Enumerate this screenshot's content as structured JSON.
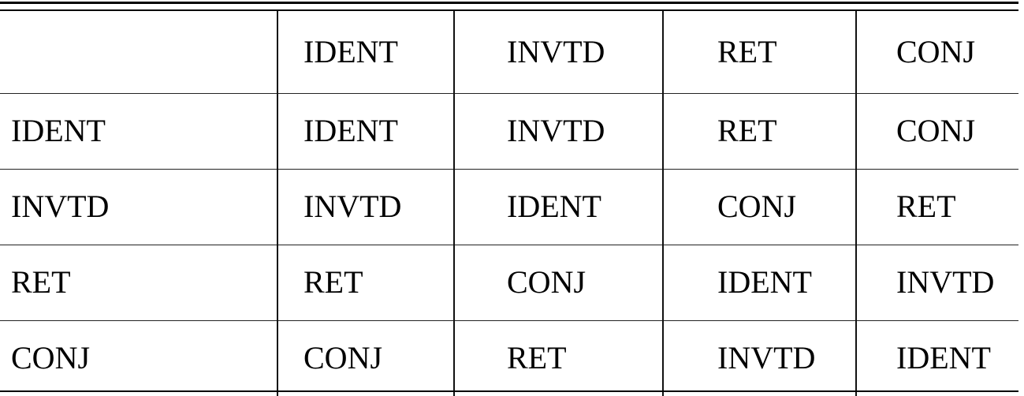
{
  "table": {
    "header": [
      "",
      "IDENT",
      "INVTD",
      "RET",
      "CONJ"
    ],
    "rows": [
      [
        "IDENT",
        "IDENT",
        "INVTD",
        "RET",
        "CONJ"
      ],
      [
        "INVTD",
        "INVTD",
        "IDENT",
        "CONJ",
        "RET"
      ],
      [
        "RET",
        "RET",
        "CONJ",
        "IDENT",
        "INVTD"
      ],
      [
        "CONJ",
        "CONJ",
        "RET",
        "INVTD",
        "IDENT"
      ]
    ]
  }
}
